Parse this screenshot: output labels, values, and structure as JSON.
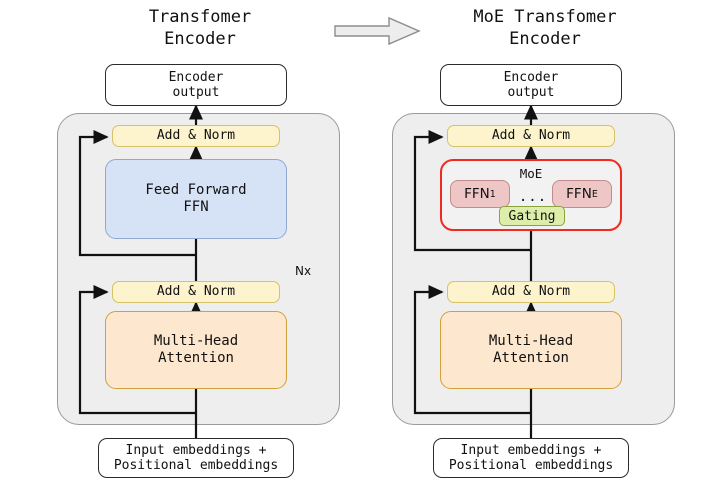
{
  "figure": {
    "transition_arrow": "arrow-right"
  },
  "left_panel": {
    "title": "Transfomer\nEncoder",
    "repeat_label": "Nx",
    "nodes": {
      "encoder_output": "Encoder\noutput",
      "add_norm_top": "Add & Norm",
      "feed_forward": "Feed Forward\nFFN",
      "add_norm_bottom": "Add & Norm",
      "multi_head_attention": "Multi-Head\nAttention",
      "inputs": "Input embeddings +\nPositional embeddings"
    }
  },
  "right_panel": {
    "title": "MoE Transfomer\nEncoder",
    "nodes": {
      "encoder_output": "Encoder\noutput",
      "add_norm_top": "Add & Norm",
      "moe_label": "MoE",
      "expert_first": "FFN",
      "expert_first_sub": "1",
      "expert_last": "FFN",
      "expert_last_sub": "E",
      "ellipsis": "...",
      "gating": "Gating",
      "add_norm_bottom": "Add & Norm",
      "multi_head_attention": "Multi-Head\nAttention",
      "inputs": "Input embeddings +\nPositional embeddings"
    }
  },
  "colors": {
    "add_norm_fill": "#fdf3cd",
    "add_norm_border": "#d6c26a",
    "ffn_fill": "#d6e2f5",
    "ffn_border": "#8fa9cf",
    "mha_fill": "#fde8cf",
    "mha_border": "#d2a13c",
    "moe_border": "#ef2a21",
    "expert_fill": "#eec6c6",
    "expert_border": "#c08c8c",
    "gating_fill": "#ddeeab",
    "gating_border": "#8aa33c",
    "container_fill": "#eeeeee",
    "container_border": "#9a9a9a",
    "connector": "#111111",
    "background": "#ffffff"
  }
}
